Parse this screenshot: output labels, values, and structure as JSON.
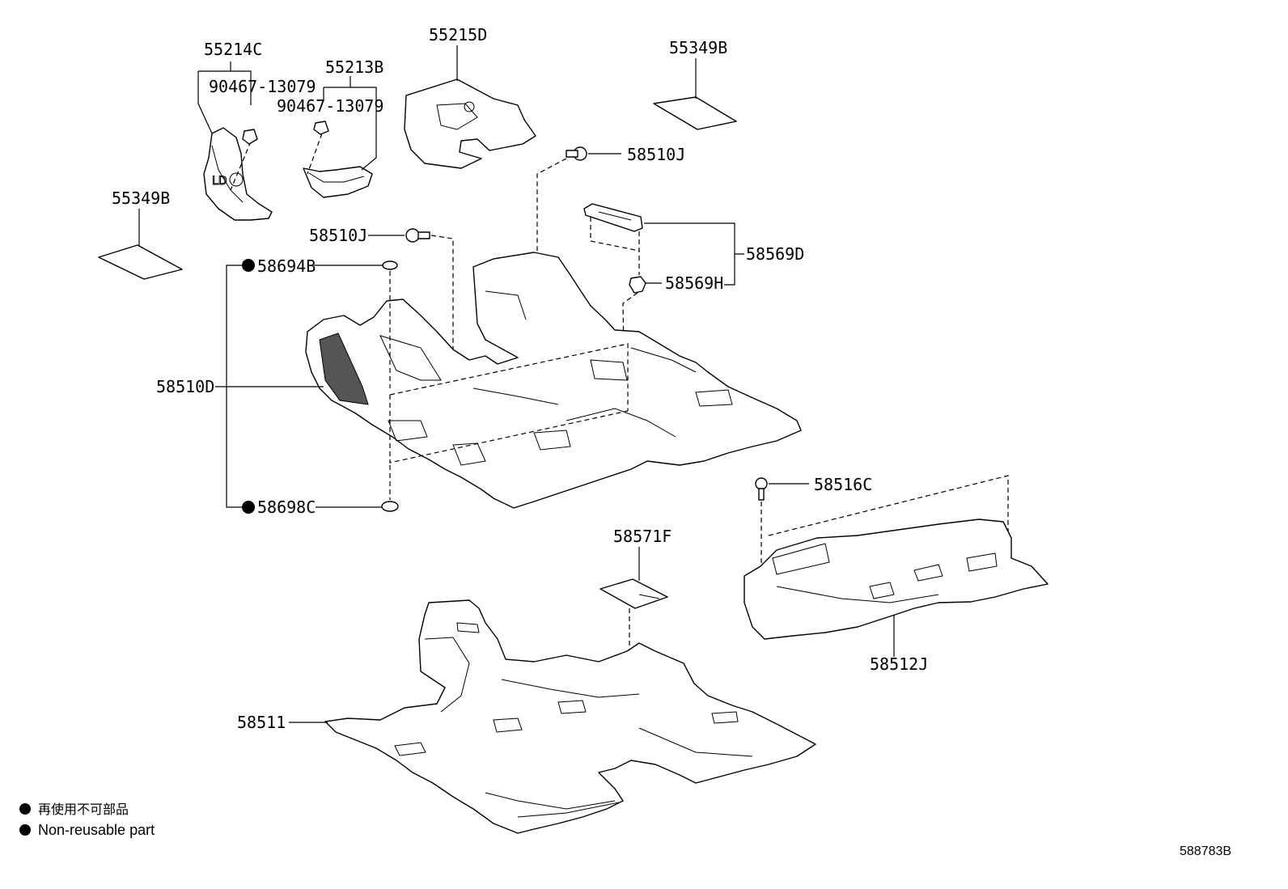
{
  "labels": {
    "p55214C": "55214C",
    "p90467a": "90467-13079",
    "p55213B": "55213B",
    "p90467b": "90467-13079",
    "p55215D": "55215D",
    "p55349B_top": "55349B",
    "p55349B_left": "55349B",
    "p58510J_top": "58510J",
    "p58510J_mid": "58510J",
    "p58569D": "58569D",
    "p58569H": "58569H",
    "p58694B": "58694B",
    "p58510D": "58510D",
    "p58698C": "58698C",
    "p58516C": "58516C",
    "p58571F": "58571F",
    "p58512J": "58512J",
    "p58511": "58511"
  },
  "legend": {
    "non_reusable_jp": "再使用不可部品",
    "non_reusable_en": "Non-reusable part"
  },
  "diagram_code": "588783B"
}
